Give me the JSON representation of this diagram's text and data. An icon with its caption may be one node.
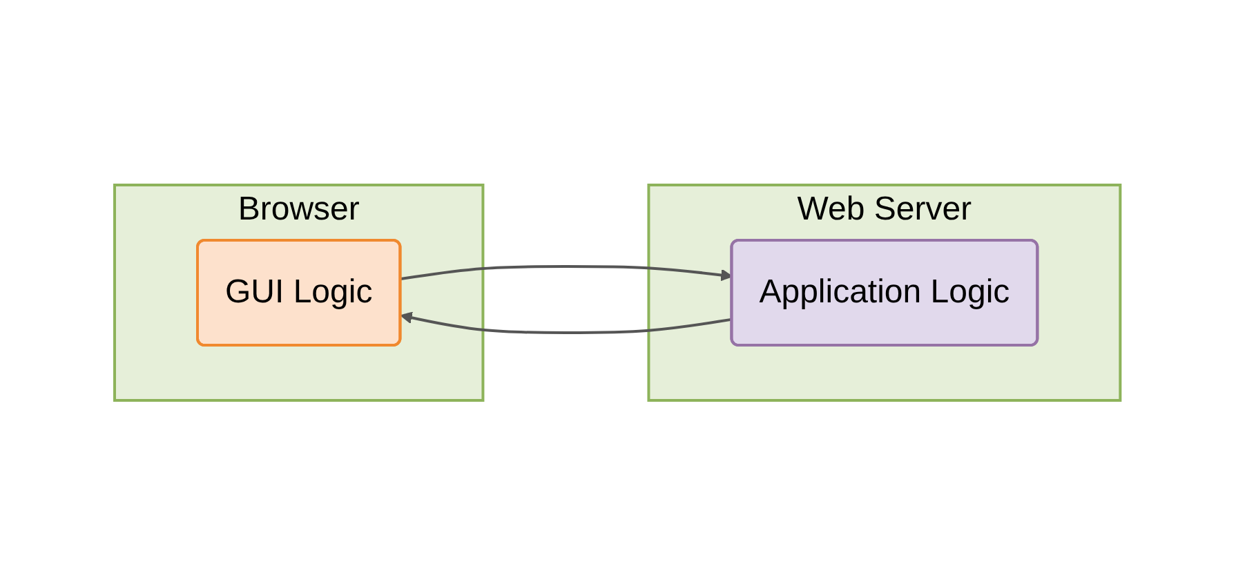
{
  "diagram": {
    "nodes": [
      {
        "text": [
          "Browser"
        ]
      },
      {
        "text": [
          "GUI Logic"
        ],
        "in": 0
      },
      {
        "text": [
          "Web Server"
        ]
      },
      {
        "text": [
          "Application Logic"
        ],
        "in": 2
      }
    ],
    "edges": [
      {
        "from": 1,
        "to": 3,
        "arrow": "to"
      },
      {
        "from": 3,
        "to": 1,
        "arrow": "to"
      }
    ]
  }
}
